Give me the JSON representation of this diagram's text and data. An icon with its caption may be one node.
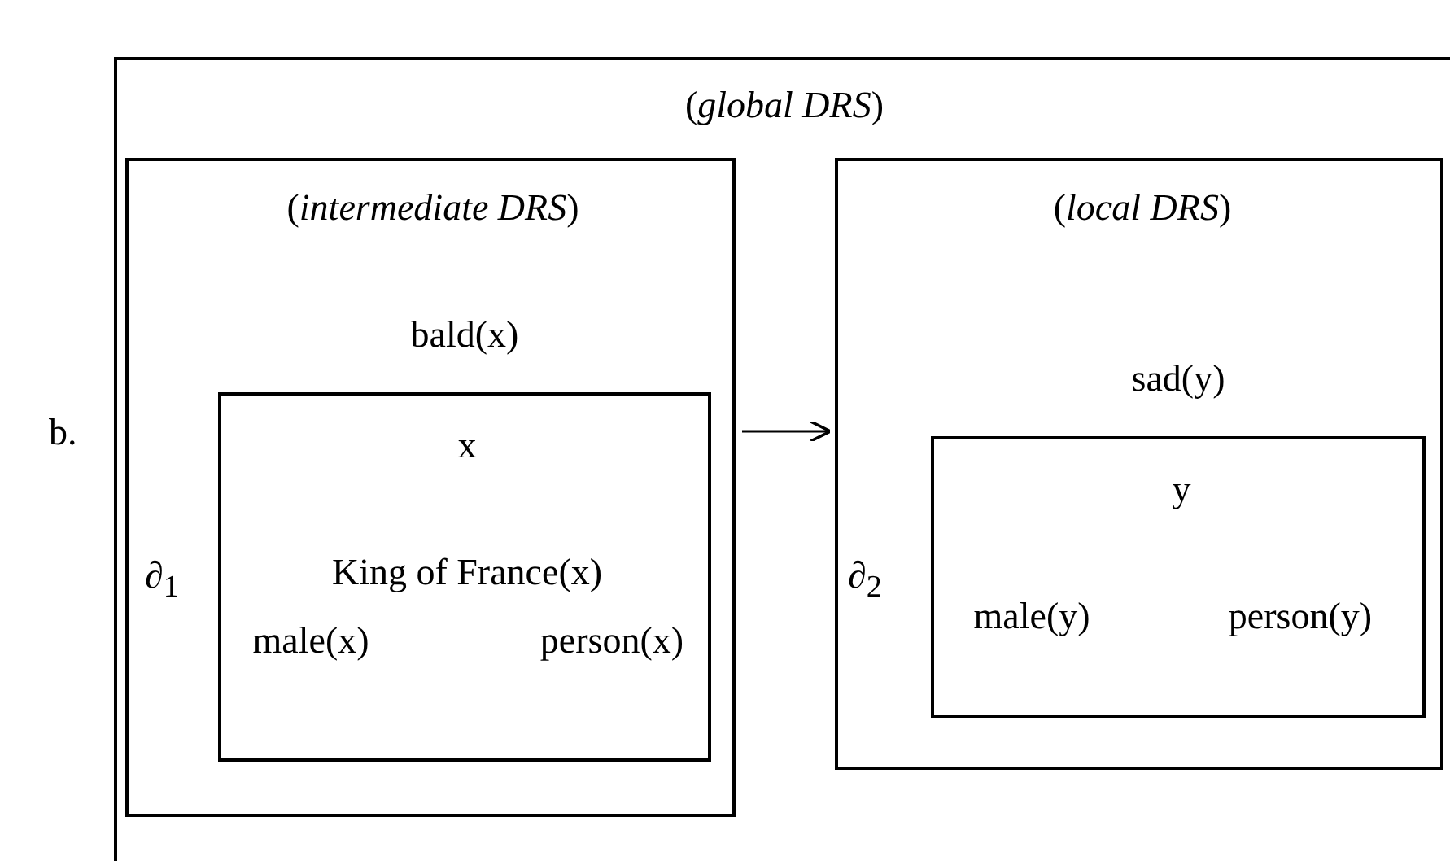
{
  "diagram": {
    "nodes": [
      {
        "text": [
          "(*global DRS*)"
        ]
      },
      {
        "text": [
          "(*intermediate DRS*)"
        ],
        "in": 0
      },
      {
        "text": [
          "bald(x)",
          "x",
          "King of France(x)",
          "male(x)",
          "person(x)"
        ],
        "beside": [
          "∂$_{1}$"
        ],
        "in": 1
      },
      {
        "text": [
          "(*local DRS*)"
        ],
        "in": 0
      },
      {
        "text": [
          "sad(y)",
          "y",
          "male(y)",
          "person(y)"
        ],
        "beside": [
          "∂$_{2}$"
        ],
        "in": 3
      }
    ],
    "edges": [
      {
        "from": 1,
        "to": 3,
        "arrow": "to"
      }
    ],
    "labels": [
      "b."
    ]
  }
}
